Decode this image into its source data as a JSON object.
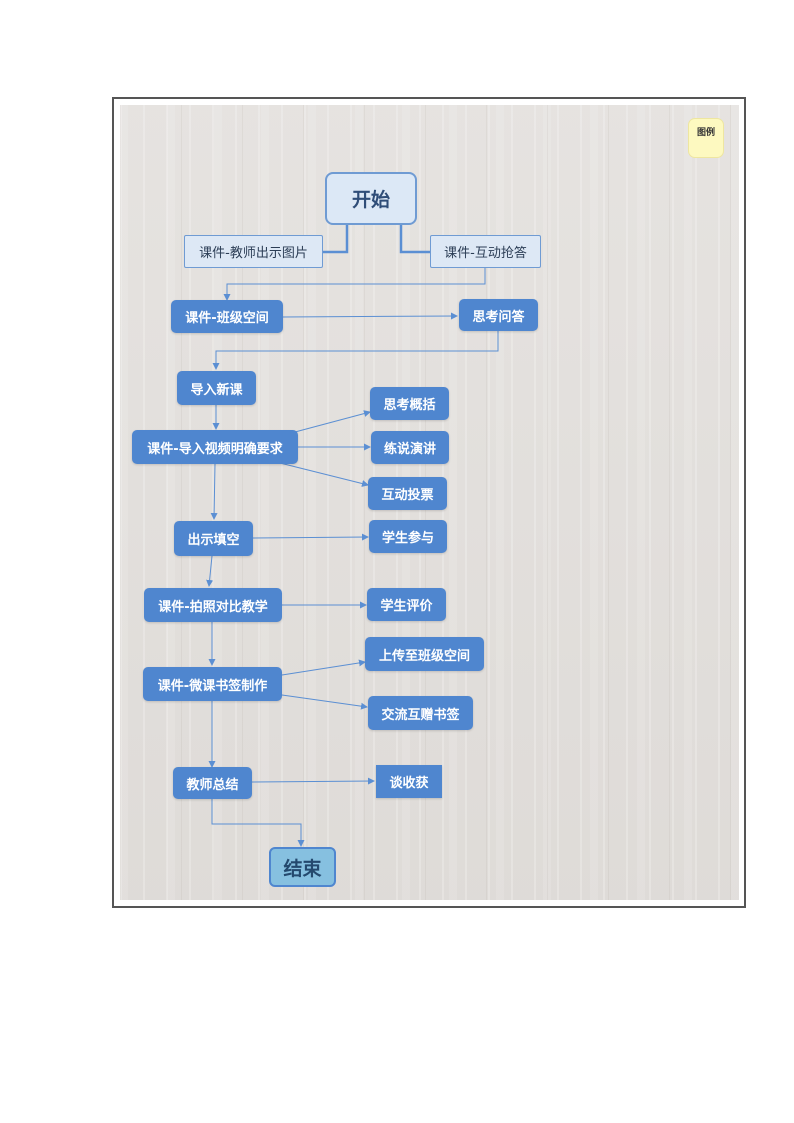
{
  "legend": "图例",
  "nodes": {
    "start": "开始",
    "courseware_teacher_image": "课件-教师出示图片",
    "courseware_interactive_quiz": "课件-互动抢答",
    "courseware_class_space": "课件-班级空间",
    "think_qa": "思考问答",
    "intro_new_lesson": "导入新课",
    "courseware_intro_video": "课件-导入视频明确要求",
    "think_summarize": "思考概括",
    "practice_speech": "练说演讲",
    "interactive_vote": "互动投票",
    "show_fill_blank": "出示填空",
    "student_participate": "学生参与",
    "courseware_photo_compare": "课件-拍照对比教学",
    "student_evaluate": "学生评价",
    "courseware_micro_bookmark": "课件-微课书签制作",
    "upload_class_space": "上传至班级空间",
    "exchange_bookmarks": "交流互赠书签",
    "teacher_summary": "教师总结",
    "talk_gains": "谈收获",
    "end": "结束"
  },
  "colors": {
    "node_fill": "#4f86cf",
    "node_light_fill": "#dde8f5",
    "connector": "#5b8fd3",
    "end_fill": "#86c0e0",
    "legend_fill": "#fdf9c0"
  }
}
